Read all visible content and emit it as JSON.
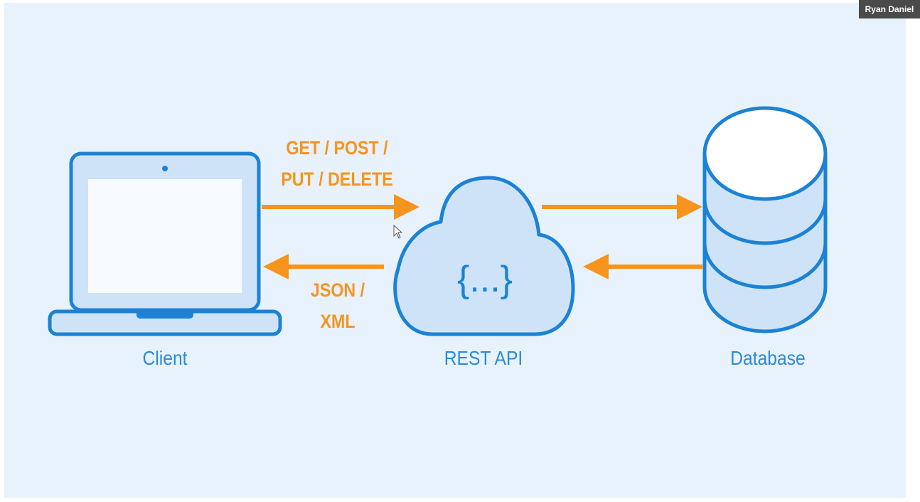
{
  "presenter": {
    "name": "Ryan Daniel"
  },
  "diagram": {
    "nodes": {
      "client": "Client",
      "api": "REST API",
      "database": "Database"
    },
    "api_symbol": "{...}",
    "request_label": {
      "line1": "GET / POST /",
      "line2": "PUT / DELETE"
    },
    "response_label": {
      "line1": "JSON /",
      "line2": "XML"
    }
  },
  "colors": {
    "outline": "#1b82d6",
    "fill": "#cfe3f8",
    "screen": "#f7fbff",
    "arrow": "#f7941d",
    "background": "#e8f2fd"
  }
}
